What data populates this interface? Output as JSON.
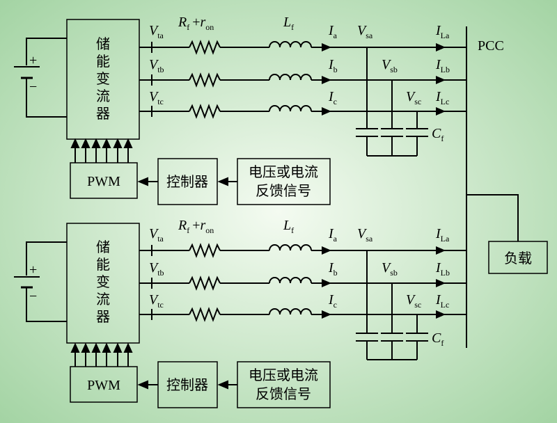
{
  "labels": {
    "converter": [
      "储",
      "能",
      "变",
      "流",
      "器"
    ],
    "pwm": "PWM",
    "controller": "控制器",
    "feedback_line1": "电压或电流",
    "feedback_line2": "反馈信号",
    "pcc": "PCC",
    "load": "负载",
    "battery_plus": "+",
    "battery_minus": "−",
    "R": "R",
    "R_sub": "f",
    "plus": "+",
    "r": "r",
    "r_sub": "on",
    "L": "L",
    "L_sub": "f",
    "V": "V",
    "I": "I",
    "C": "C",
    "C_sub": "f",
    "phase_subs": [
      "ta",
      "tb",
      "tc"
    ],
    "current_subs": [
      "a",
      "b",
      "c"
    ],
    "vs_subs": [
      "sa",
      "sb",
      "sc"
    ],
    "load_current_subs": [
      "La",
      "Lb",
      "Lc"
    ]
  },
  "colors": {
    "background_center": "#f4fbf1",
    "background_edge": "#a4d4a4",
    "line": "#000000"
  }
}
